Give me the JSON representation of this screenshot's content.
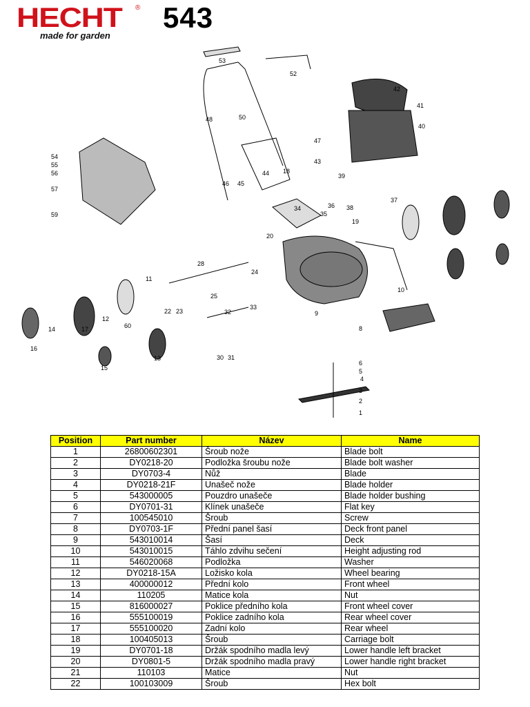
{
  "header": {
    "brand": "HECHT",
    "registered": "®",
    "tagline": "made for garden",
    "model": "543"
  },
  "diagram": {
    "callouts": [
      "1",
      "2",
      "3",
      "4",
      "5",
      "6",
      "8",
      "9",
      "10",
      "11",
      "12",
      "13",
      "14",
      "15",
      "16",
      "17",
      "18",
      "19",
      "20",
      "22",
      "23",
      "24",
      "25",
      "28",
      "30",
      "31",
      "32",
      "33",
      "34",
      "35",
      "36",
      "37",
      "38",
      "39",
      "40",
      "41",
      "42",
      "43",
      "44",
      "45",
      "46",
      "47",
      "48",
      "50",
      "52",
      "53",
      "54",
      "55",
      "56",
      "57",
      "59",
      "60"
    ]
  },
  "table": {
    "headers": [
      "Position",
      "Part number",
      "Název",
      "Name"
    ],
    "rows": [
      [
        "1",
        "26800602301",
        "Šroub nože",
        "Blade bolt"
      ],
      [
        "2",
        "DY0218-20",
        "Podložka šroubu nože",
        "Blade bolt washer"
      ],
      [
        "3",
        "DY0703-4",
        "Nůž",
        "Blade"
      ],
      [
        "4",
        "DY0218-21F",
        "Unašeč nože",
        "Blade holder"
      ],
      [
        "5",
        "543000005",
        "Pouzdro unašeče",
        "Blade holder bushing"
      ],
      [
        "6",
        "DY0701-31",
        "Klínek unašeče",
        "Flat key"
      ],
      [
        "7",
        "100545010",
        "Šroub",
        "Screw"
      ],
      [
        "8",
        "DY0703-1F",
        "Přední panel šasí",
        "Deck front panel"
      ],
      [
        "9",
        "543010014",
        "Šasí",
        "Deck"
      ],
      [
        "10",
        "543010015",
        "Táhlo zdvihu sečení",
        "Height adjusting rod"
      ],
      [
        "11",
        "546020068",
        "Podložka",
        "Washer"
      ],
      [
        "12",
        "DY0218-15A",
        "Ložisko kola",
        "Wheel bearing"
      ],
      [
        "13",
        "400000012",
        "Přední kolo",
        "Front wheel"
      ],
      [
        "14",
        "110205",
        "Matice kola",
        "Nut"
      ],
      [
        "15",
        "816000027",
        "Poklice předního kola",
        "Front wheel cover"
      ],
      [
        "16",
        "555100019",
        "Poklice zadního kola",
        "Rear wheel cover"
      ],
      [
        "17",
        "555100020",
        "Zadní kolo",
        "Rear wheel"
      ],
      [
        "18",
        "100405013",
        "Šroub",
        "Carriage bolt"
      ],
      [
        "19",
        "DY0701-18",
        "Držák spodního madla levý",
        "Lower handle left bracket"
      ],
      [
        "20",
        "DY0801-5",
        "Držák spodního madla pravý",
        "Lower handle right bracket"
      ],
      [
        "21",
        "110103",
        "Matice",
        "Nut"
      ],
      [
        "22",
        "100103009",
        "Šroub",
        "Hex bolt"
      ]
    ]
  }
}
